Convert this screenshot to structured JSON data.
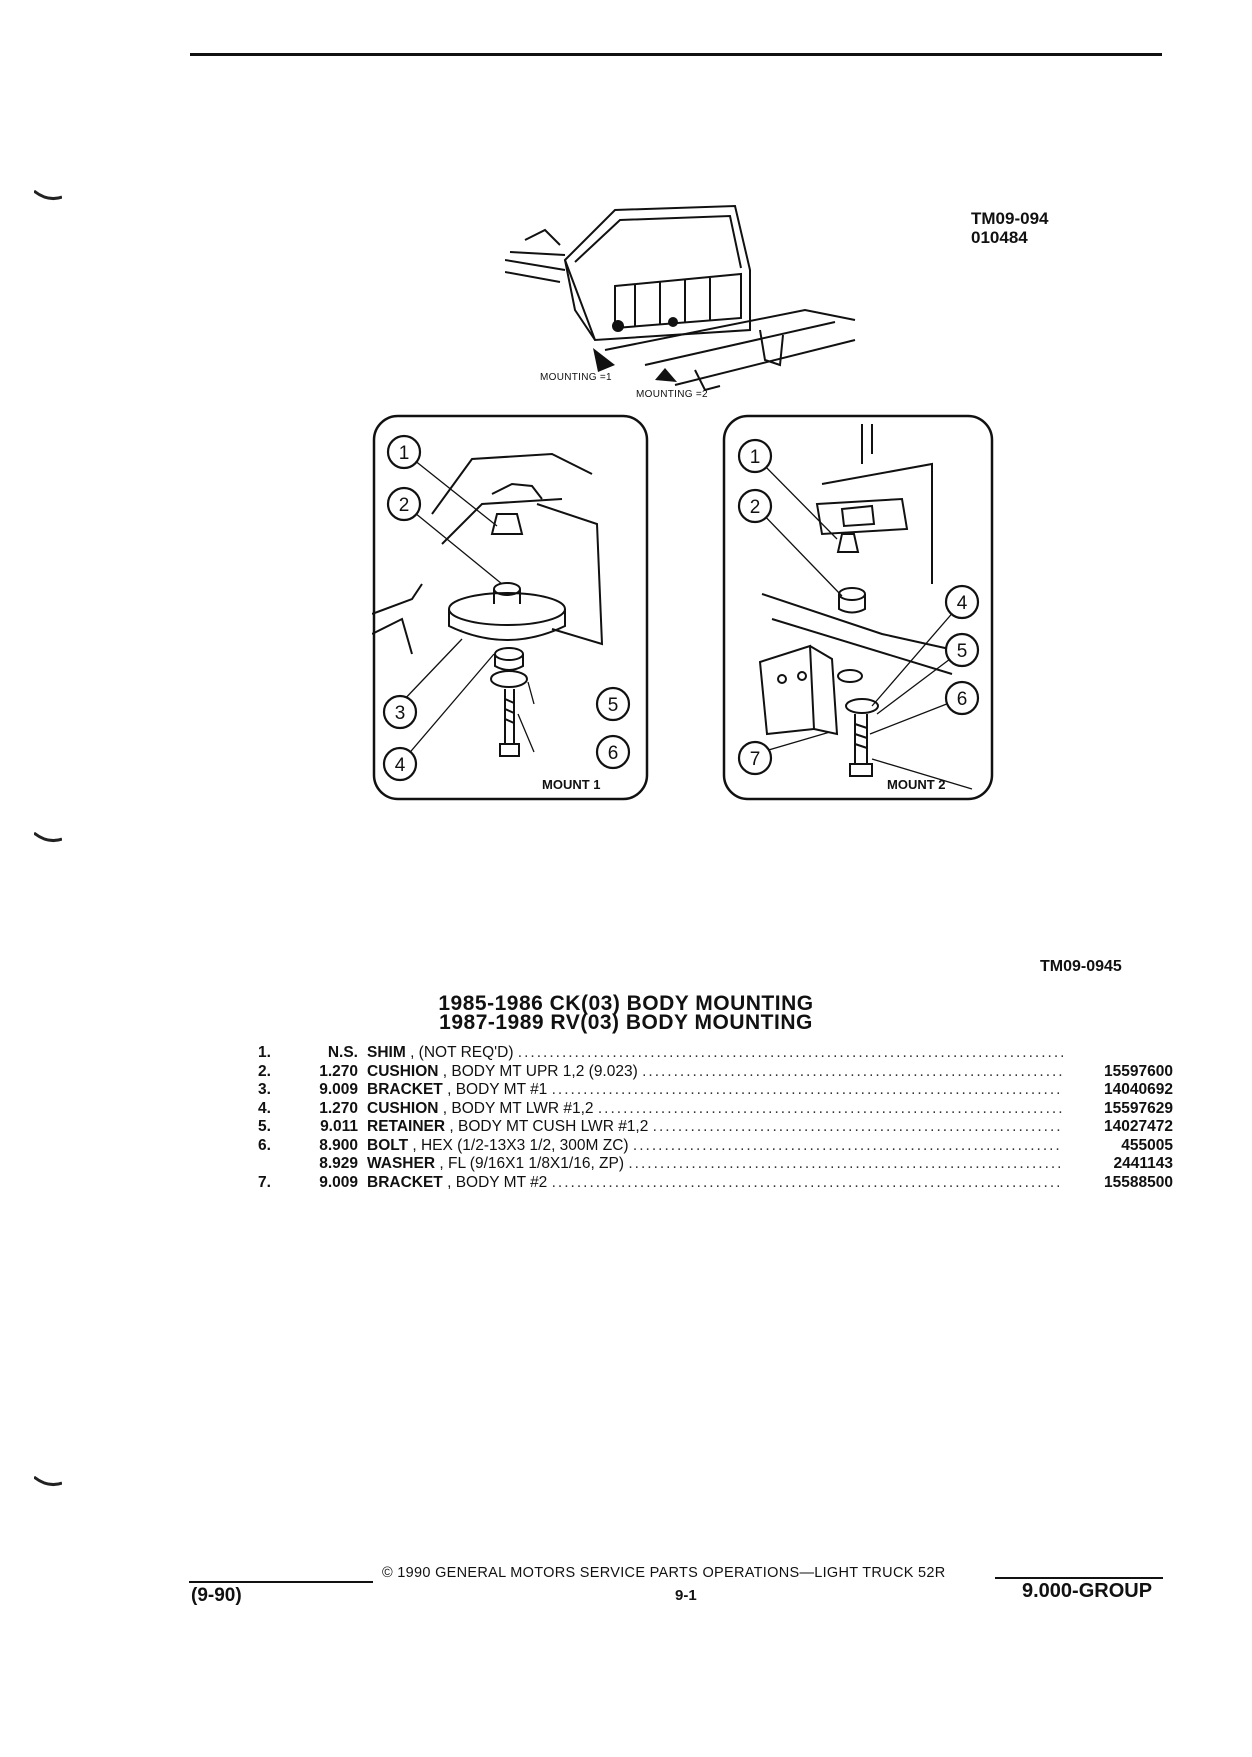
{
  "figure": {
    "code_top_line1": "TM09-094",
    "code_top_line2": "010484",
    "code_bottom": "TM09-0945",
    "label_mounting_1": "MOUNTING =1",
    "label_mounting_2": "MOUNTING =2",
    "mount1_label": "MOUNT 1",
    "mount2_label": "MOUNT 2",
    "mount1_callouts": [
      "1",
      "2",
      "3",
      "4",
      "5",
      "6"
    ],
    "mount2_callouts": [
      "1",
      "2",
      "4",
      "5",
      "6",
      "7"
    ]
  },
  "titles": {
    "line1": "1985-1986 CK(03) BODY MOUNTING",
    "line2": "1987-1989 RV(03) BODY MOUNTING"
  },
  "parts": [
    {
      "num": "1.",
      "code": "N.S.",
      "name": "SHIM",
      "detail": ", (NOT REQ'D)",
      "pn": ""
    },
    {
      "num": "2.",
      "code": "1.270",
      "name": "CUSHION",
      "detail": ", BODY MT UPR 1,2 (9.023)",
      "pn": "15597600"
    },
    {
      "num": "3.",
      "code": "9.009",
      "name": "BRACKET",
      "detail": ", BODY MT #1",
      "pn": "14040692"
    },
    {
      "num": "4.",
      "code": "1.270",
      "name": "CUSHION",
      "detail": ", BODY MT LWR #1,2",
      "pn": "15597629"
    },
    {
      "num": "5.",
      "code": "9.011",
      "name": "RETAINER",
      "detail": ", BODY MT CUSH LWR #1,2",
      "pn": "14027472"
    },
    {
      "num": "6.",
      "code": "8.900",
      "name": "BOLT",
      "detail": ", HEX (1/2-13X3 1/2, 300M ZC)",
      "pn": "455005"
    },
    {
      "num": "",
      "code": "8.929",
      "name": "WASHER",
      "detail": ", FL (9/16X1 1/8X1/16, ZP)",
      "pn": "2441143"
    },
    {
      "num": "7.",
      "code": "9.009",
      "name": "BRACKET",
      "detail": ", BODY MT #2",
      "pn": "15588500"
    }
  ],
  "footer": {
    "copyright": "© 1990 GENERAL MOTORS SERVICE PARTS OPERATIONS—LIGHT TRUCK 52R",
    "date_code": "(9-90)",
    "page": "9-1",
    "group": "9.000-GROUP"
  }
}
